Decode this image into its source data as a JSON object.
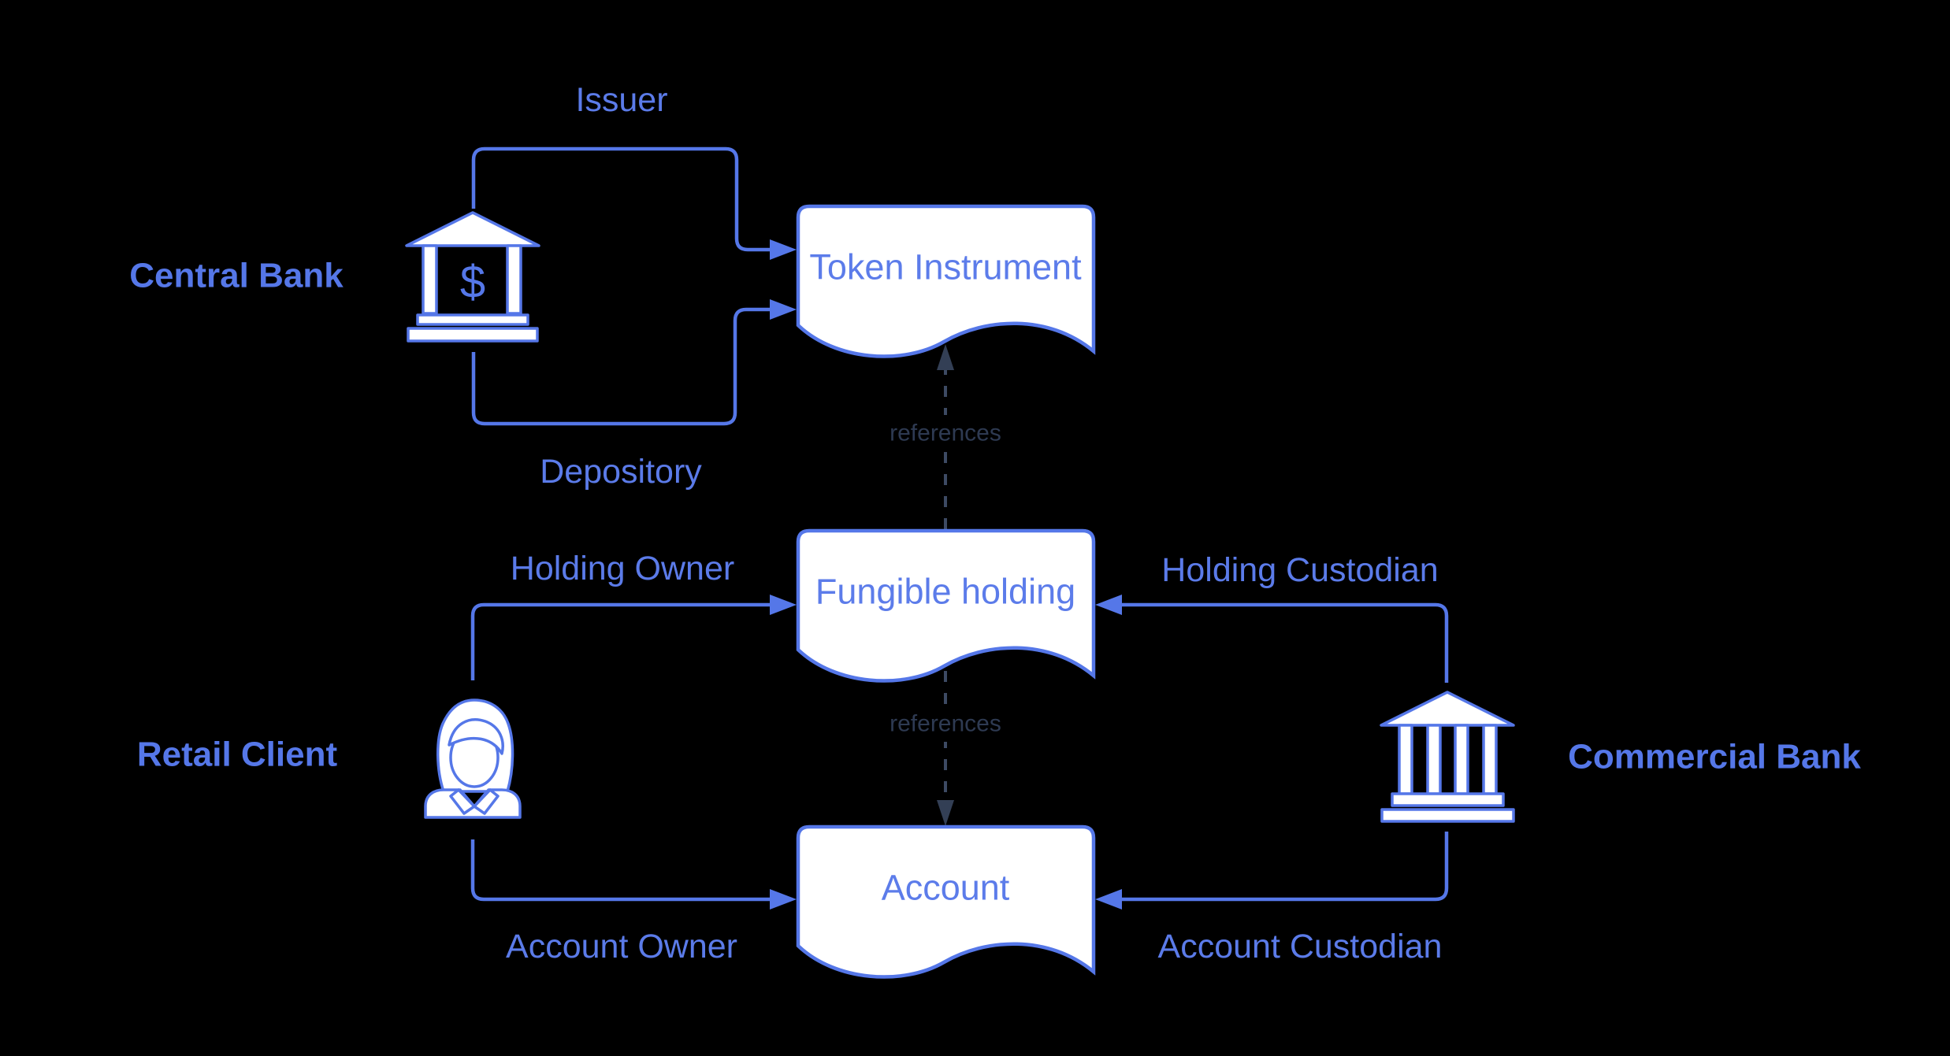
{
  "diagram": {
    "background": "#000000",
    "colors": {
      "accent_blue": "#5577E8",
      "node_text_blue": "#5C7CEA",
      "node_fill": "#ffffff",
      "reference_text": "#2E3A52",
      "reference_line": "#3D4A63"
    },
    "nodes": {
      "token_instrument": {
        "label": "Token Instrument",
        "shape": "document"
      },
      "fungible_holding": {
        "label": "Fungible holding",
        "shape": "document"
      },
      "account": {
        "label": "Account",
        "shape": "document"
      }
    },
    "actors": {
      "central_bank": {
        "label": "Central Bank",
        "icon": "bank-dollar-icon"
      },
      "retail_client": {
        "label": "Retail Client",
        "icon": "person-icon"
      },
      "commercial_bank": {
        "label": "Commercial Bank",
        "icon": "bank-columns-icon"
      }
    },
    "icons": {
      "central_bank_dollar": "$"
    },
    "edges": {
      "issuer": {
        "label": "Issuer",
        "from": "central_bank",
        "to": "token_instrument"
      },
      "depository": {
        "label": "Depository",
        "from": "central_bank",
        "to": "token_instrument"
      },
      "holding_owner": {
        "label": "Holding Owner",
        "from": "retail_client",
        "to": "fungible_holding"
      },
      "holding_custodian": {
        "label": "Holding Custodian",
        "from": "commercial_bank",
        "to": "fungible_holding"
      },
      "account_owner": {
        "label": "Account Owner",
        "from": "retail_client",
        "to": "account"
      },
      "account_custodian": {
        "label": "Account Custodian",
        "from": "commercial_bank",
        "to": "account"
      },
      "references_token": {
        "label": "references",
        "from": "fungible_holding",
        "to": "token_instrument"
      },
      "references_account": {
        "label": "references",
        "from": "fungible_holding",
        "to": "account"
      }
    }
  }
}
